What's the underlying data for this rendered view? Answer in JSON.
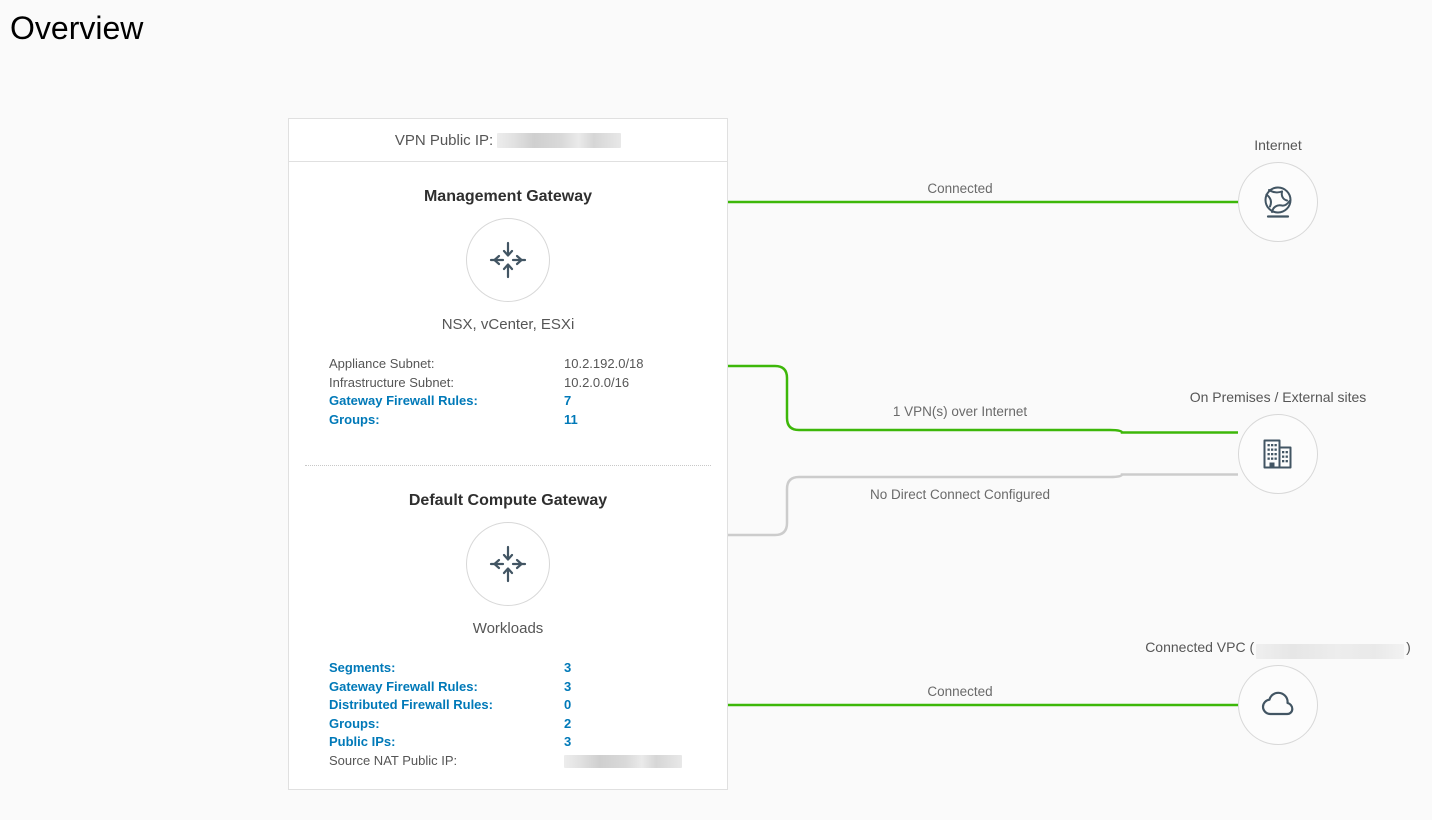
{
  "page": {
    "title": "Overview"
  },
  "card": {
    "header": {
      "label": "VPN Public IP:",
      "value_redacted": true
    },
    "management_gateway": {
      "title": "Management Gateway",
      "icon": "gateway-arrows-icon",
      "subtitle": "NSX, vCenter, ESXi",
      "stats": [
        {
          "label": "Appliance Subnet:",
          "value": "10.2.192.0/18",
          "link": false
        },
        {
          "label": "Infrastructure Subnet:",
          "value": "10.2.0.0/16",
          "link": false
        },
        {
          "label": "Gateway Firewall Rules:",
          "value": "7",
          "link": true
        },
        {
          "label": "Groups:",
          "value": "11",
          "link": true
        }
      ]
    },
    "compute_gateway": {
      "title": "Default Compute Gateway",
      "icon": "gateway-arrows-icon",
      "subtitle": "Workloads",
      "stats": [
        {
          "label": "Segments:",
          "value": "3",
          "link": true
        },
        {
          "label": "Gateway Firewall Rules:",
          "value": "3",
          "link": true
        },
        {
          "label": "Distributed Firewall Rules:",
          "value": "0",
          "link": true
        },
        {
          "label": "Groups:",
          "value": "2",
          "link": true
        },
        {
          "label": "Public IPs:",
          "value": "3",
          "link": true
        },
        {
          "label": "Source NAT Public IP:",
          "value": "",
          "link": false,
          "redacted": true
        }
      ]
    }
  },
  "nodes": {
    "internet": {
      "label": "Internet",
      "icon": "globe-icon"
    },
    "on_premises": {
      "label": "On Premises / External sites",
      "icon": "buildings-icon"
    },
    "connected_vpc": {
      "label_prefix": "Connected VPC (",
      "label_suffix": ")",
      "value_redacted": true,
      "icon": "cloud-icon"
    }
  },
  "connections": [
    {
      "label": "Connected",
      "status": "connected",
      "color": "#3db709"
    },
    {
      "label": "1 VPN(s) over Internet",
      "status": "connected",
      "color": "#3db709"
    },
    {
      "label": "No Direct Connect Configured",
      "status": "not-configured",
      "color": "#cccccc"
    },
    {
      "label": "Connected",
      "status": "connected",
      "color": "#3db709"
    }
  ],
  "colors": {
    "link_blue": "#0079b8",
    "connected_green": "#3db709",
    "inactive_gray": "#cccccc",
    "icon_navy": "#425563",
    "page_bg": "#fafafa",
    "card_bg": "#ffffff",
    "border": "#e0e0e0"
  }
}
